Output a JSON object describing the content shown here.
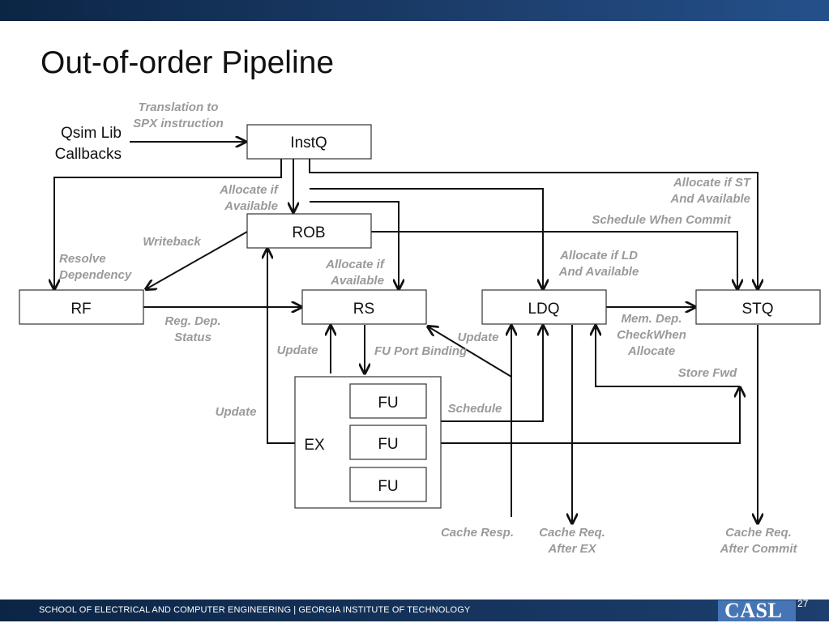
{
  "slide": {
    "title": "Out-of-order Pipeline",
    "page_number": "27",
    "footer_text": "SCHOOL OF ELECTRICAL AND COMPUTER ENGINEERING | GEORGIA INSTITUTE OF TECHNOLOGY",
    "logo_text": "CASL"
  },
  "boxes": {
    "instq": "InstQ",
    "rob": "ROB",
    "rf": "RF",
    "rs": "RS",
    "ldq": "LDQ",
    "stq": "STQ",
    "ex": "EX",
    "fu1": "FU",
    "fu2": "FU",
    "fu3": "FU"
  },
  "source": {
    "line1": "Qsim Lib",
    "line2": "Callbacks"
  },
  "notes": {
    "translation": [
      "Translation to",
      "SPX instruction"
    ],
    "alloc_rob": [
      "Allocate if",
      "Available"
    ],
    "writeback": "Writeback",
    "resolve": [
      "Resolve",
      "Dependency"
    ],
    "alloc_rs": [
      "Allocate if",
      "Available"
    ],
    "alloc_st": [
      "Allocate if ST",
      "And Available"
    ],
    "schedule_commit": "Schedule When Commit",
    "alloc_ld": [
      "Allocate if LD",
      "And Available"
    ],
    "reg_dep": [
      "Reg. Dep.",
      "Status"
    ],
    "update_rs": "Update",
    "fu_port": "FU Port Binding",
    "update_ldq": "Update",
    "mem_dep": [
      "Mem. Dep.",
      "CheckWhen",
      "Allocate"
    ],
    "store_fwd": "Store Fwd",
    "schedule": "Schedule",
    "update_rob": "Update",
    "cache_resp": "Cache Resp.",
    "cache_req_ex": [
      "Cache Req.",
      "After EX"
    ],
    "cache_req_commit": [
      "Cache Req.",
      "After Commit"
    ]
  }
}
